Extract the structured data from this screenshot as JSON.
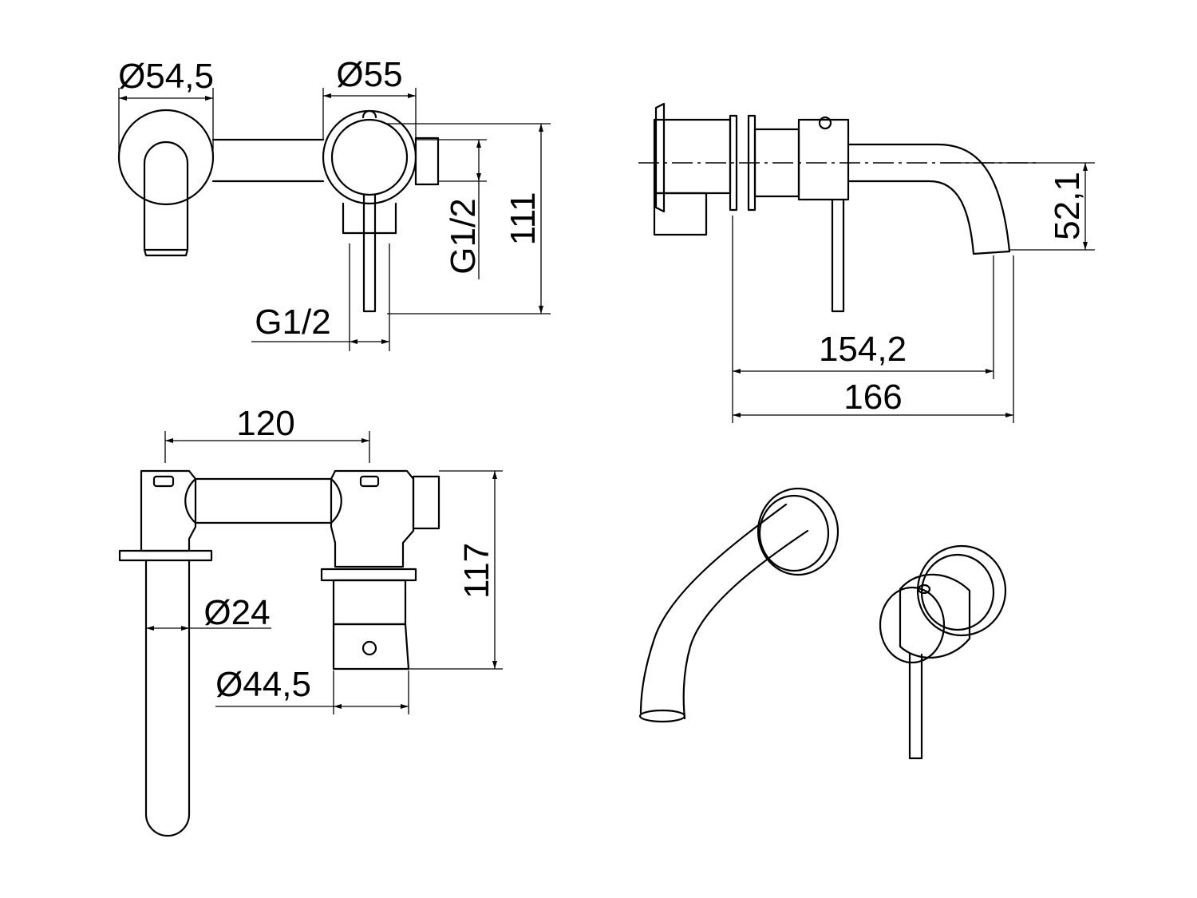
{
  "dimensions": {
    "front_rosette_diameter": "Ø54,5",
    "front_body_diameter": "Ø55",
    "front_thread_vertical": "G1/2",
    "front_height": "111",
    "front_thread_horizontal": "G1/2",
    "side_offset": "52,1",
    "side_projection_inner": "154,2",
    "side_projection_total": "166",
    "top_spacing": "120",
    "top_spout_diameter": "Ø24",
    "top_body_diameter": "Ø44,5",
    "top_depth": "117"
  }
}
